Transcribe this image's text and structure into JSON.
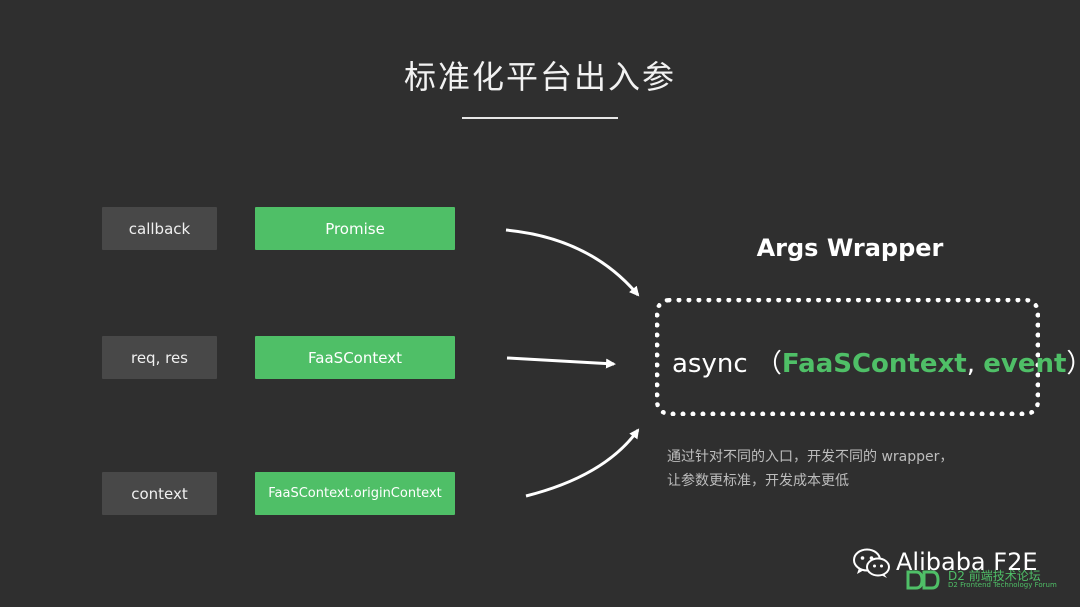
{
  "title": "标准化平台出入参",
  "rows": [
    {
      "input": "callback",
      "output": "Promise"
    },
    {
      "input": "req, res",
      "output": "FaaSContext"
    },
    {
      "input": "context",
      "output": "FaaSContext.originContext"
    }
  ],
  "wrapper": {
    "title": "Args Wrapper",
    "sig_async": "async",
    "sig_open": "（",
    "sig_arg1": "FaaSContext",
    "sig_comma": ",",
    "sig_arg2": "event",
    "sig_close": "）"
  },
  "description": {
    "line1": "通过针对不同的入口，开发不同的 wrapper，",
    "line2": "让参数更标准，开发成本更低"
  },
  "footer": {
    "brand": "Alibaba F2E",
    "d2_cn": "D2 前端技术论坛",
    "d2_en": "D2 Frontend Technology Forum"
  },
  "colors": {
    "background": "#2f2f2f",
    "accent_green": "#4fbf67",
    "label_box": "#484848"
  },
  "icons": [
    "arrow-icon",
    "wechat-icon",
    "d2-logo-icon"
  ]
}
